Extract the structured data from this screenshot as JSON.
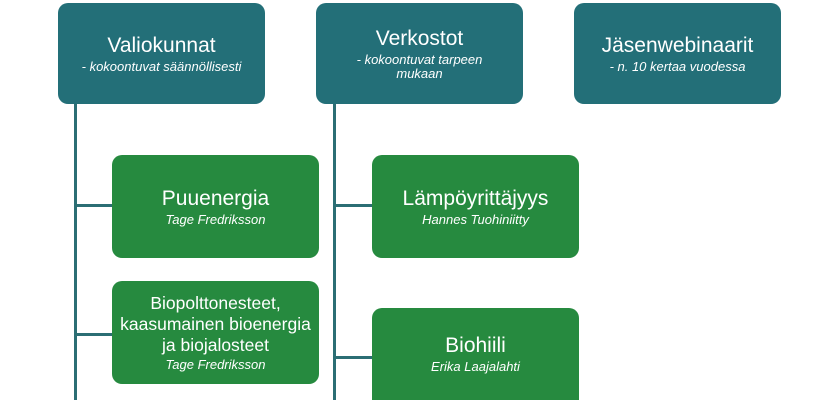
{
  "nodes": {
    "valiokunnat": {
      "title": "Valiokunnat",
      "subtitle": "- kokoontuvat säännöllisesti"
    },
    "verkostot": {
      "title": "Verkostot",
      "subtitle": "- kokoontuvat tarpeen mukaan"
    },
    "jasenwebinaarit": {
      "title": "Jäsenwebinaarit",
      "subtitle": "- n. 10 kertaa vuodessa"
    },
    "puuenergia": {
      "title": "Puuenergia",
      "person": "Tage Fredriksson"
    },
    "biopolttonesteet": {
      "title": "Biopolttonesteet, kaasumainen bioenergia ja biojalosteet",
      "person": "Tage Fredriksson"
    },
    "lampoyrittajyys": {
      "title": "Lämpöyrittäjyys",
      "person": "Hannes Tuohiniitty"
    },
    "biohiili": {
      "title": "Biohiili",
      "person": "Erika Laajalahti"
    }
  },
  "colors": {
    "top_node": "#236f78",
    "child_node": "#268a3f",
    "connector": "#2b6e74"
  }
}
